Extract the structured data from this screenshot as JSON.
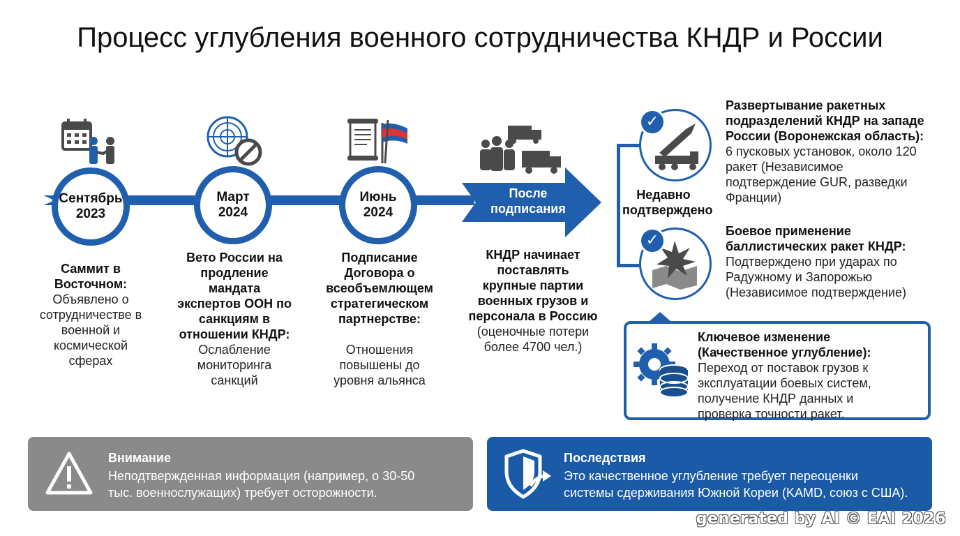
{
  "title": "Процесс углубления военного сотрудничества КНДР и России",
  "timeline": [
    {
      "date_line1": "Сентябрь",
      "date_line2": "2023",
      "desc_bold": [
        "Саммит в",
        "Восточном:"
      ],
      "desc_text": [
        "Объявлено о",
        "сотрудничестве в",
        "военной и",
        "космической",
        "сферах"
      ]
    },
    {
      "date_line1": "Март",
      "date_line2": "2024",
      "desc_bold": [
        "Вето России на",
        "продление",
        "мандата",
        "экспертов ООН по",
        "санкциям в",
        "отношении КНДР:"
      ],
      "desc_text": [
        "Ослабление",
        "мониторинга",
        "санкций"
      ]
    },
    {
      "date_line1": "Июнь",
      "date_line2": "2024",
      "desc_bold": [
        "Подписание",
        "Договора о",
        "всеобъемлющем",
        "стратегическом",
        "партнерстве:"
      ],
      "desc_text": [
        "Отношения",
        "повышены до",
        "уровня альянса"
      ]
    }
  ],
  "after_signing": {
    "arrow_line1": "После",
    "arrow_line2": "подписания",
    "desc_bold": [
      "КНДР начинает",
      "поставлять",
      "крупные партии",
      "военных грузов и",
      "персонала в Россию"
    ],
    "desc_text": [
      "(оценочные потери",
      "более 4700 чел.)"
    ]
  },
  "recent": {
    "label_line1": "Недавно",
    "label_line2": "подтверждено",
    "items": [
      {
        "bold": [
          "Развертывание ракетных",
          "подразделений КНДР на западе",
          "России (Воронежская область):"
        ],
        "text": [
          "6 пусковых установок, около 120",
          "ракет (Независимое",
          "подтверждение GUR, разведки",
          "Франции)"
        ]
      },
      {
        "bold": [
          "Боевое применение",
          "баллистических ракет КНДР:"
        ],
        "text": [
          "Подтверждено при ударах по",
          "Радужному и Запорожью",
          "(Независимое подтверждение)"
        ]
      }
    ]
  },
  "key_change": {
    "bold": [
      "Ключевое изменение",
      "(Качественное углубление):"
    ],
    "text": [
      "Переход от поставок грузов к",
      "эксплуатации боевых систем,",
      "получение КНДР данных и",
      "проверка точности ракет."
    ]
  },
  "warning": {
    "heading": "Внимание",
    "text": [
      "Неподтвержденная информация (например, о 30-50",
      "тыс. военнослужащих) требует осторожности."
    ]
  },
  "consequences": {
    "heading": "Последствия",
    "text": [
      "Это качественное углубление требует переоценки",
      "системы сдерживания Южной Кореи (KAMD, союз с США)."
    ]
  },
  "watermark": "generated by AI © EAI 2026",
  "colors": {
    "primary_blue": "#1f5fad",
    "dark_blue": "#1a5aa6",
    "gray_panel": "#8a8a8a",
    "icon_gray": "#4a4a4a"
  },
  "icons": [
    "calendar-handshake-icon",
    "un-emblem-prohibited-icon",
    "treaty-flag-icon",
    "soldiers-trucks-icon",
    "check-icon",
    "missile-launcher-icon",
    "explosion-map-icon",
    "gear-database-icon",
    "warning-icon",
    "shield-arrow-icon"
  ]
}
